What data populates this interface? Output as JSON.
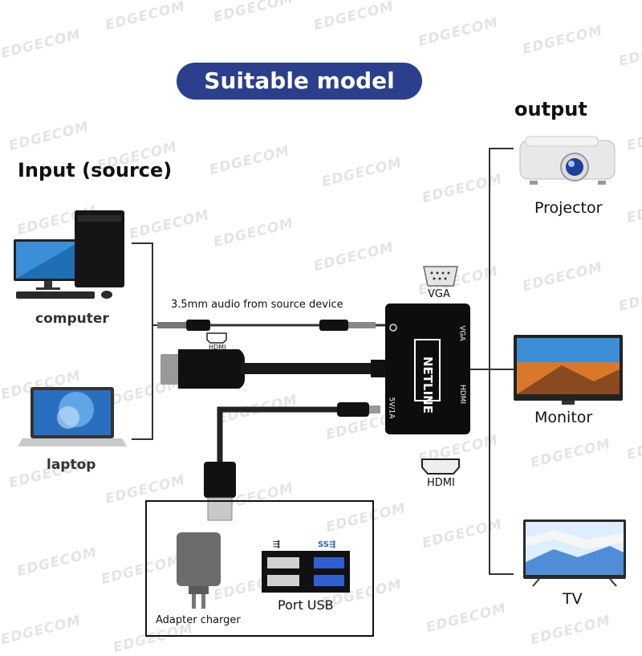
{
  "watermark": "EDGECOM",
  "title": "Suitable model",
  "input_heading": "Input (source)",
  "output_heading": "output",
  "sources": [
    {
      "label": "computer",
      "icon": "computer-icon"
    },
    {
      "label": "laptop",
      "icon": "laptop-icon"
    }
  ],
  "outputs": [
    {
      "label": "Projector",
      "icon": "projector-icon"
    },
    {
      "label": "Monitor",
      "icon": "monitor-icon"
    },
    {
      "label": "TV",
      "icon": "tv-icon"
    }
  ],
  "audio_label": "3.5mm audio from source device",
  "hdmi_small_label": "HDMI",
  "adapter": {
    "brand": "NETLINE",
    "port_vga": "VGA",
    "port_hdmi": "HDMI",
    "port_power": "5V/1A"
  },
  "vga_port_label": "VGA",
  "hdmi_port_label": "HDMI",
  "power": {
    "charger_label": "Adapter charger",
    "usb_label": "Port USB"
  },
  "colors": {
    "banner": "#2b3f8c",
    "adapter": "#111111",
    "cable": "#1a1a1a"
  }
}
